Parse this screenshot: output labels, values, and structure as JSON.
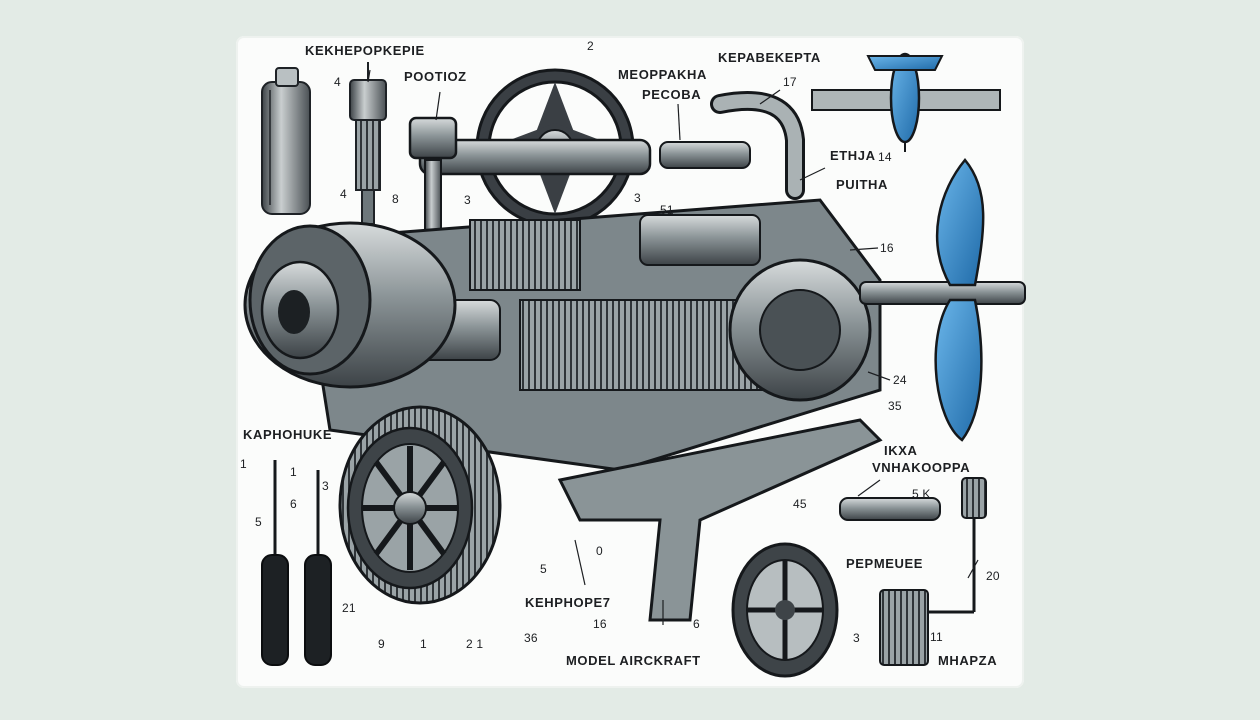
{
  "labels": {
    "kekhepopkepie": "KEKHEPOPKEPIE",
    "pootioz": "POOTIOZ",
    "meoppakha": "MEOPPAKHA",
    "pecoba": "PECOBA",
    "kepabekepta": "KEPABEKEPTA",
    "ethja": "ETHJA",
    "puitha": "PUITHA",
    "kaphohuke": "KAPHOHUKE",
    "ikxa": "IKXA",
    "vnhakooppa": "VNHAKOOPPA",
    "pepmeuee": "PEPMEUEE",
    "kehphope7": "KEHPHOPE7",
    "model_aircraft": "MODEL AIRCKRAFT",
    "mhapza": "MHAPZA"
  },
  "numbers": {
    "n_2_top": "2",
    "n_4_top": "4",
    "n_4_left": "4",
    "n_8": "8",
    "n_3_a": "3",
    "n_3_b": "3",
    "n_51": "51",
    "n_17": "17",
    "n_14": "14",
    "n_16": "16",
    "n_24": "24",
    "n_35": "35",
    "n_5k": "5 K",
    "n_45": "45",
    "n_20": "20",
    "n_11": "11",
    "n_3_br": "3",
    "n_1_a": "1",
    "n_1_b": "1",
    "n_5_a": "5",
    "n_6_a": "6",
    "n_3_c": "3",
    "n_21_a": "21",
    "n_9": "9",
    "n_1_c": "1",
    "n_21_b": "2 1",
    "n_5_b": "5",
    "n_0": "0",
    "n_36": "36",
    "n_16_b": "16",
    "n_6_b": "6"
  },
  "colors": {
    "background": "#e3ebe6",
    "paper": "#fbfcfb",
    "metal": "#7f8a8e",
    "metal_dark": "#2b2f33",
    "blue": "#3a8fd0"
  }
}
